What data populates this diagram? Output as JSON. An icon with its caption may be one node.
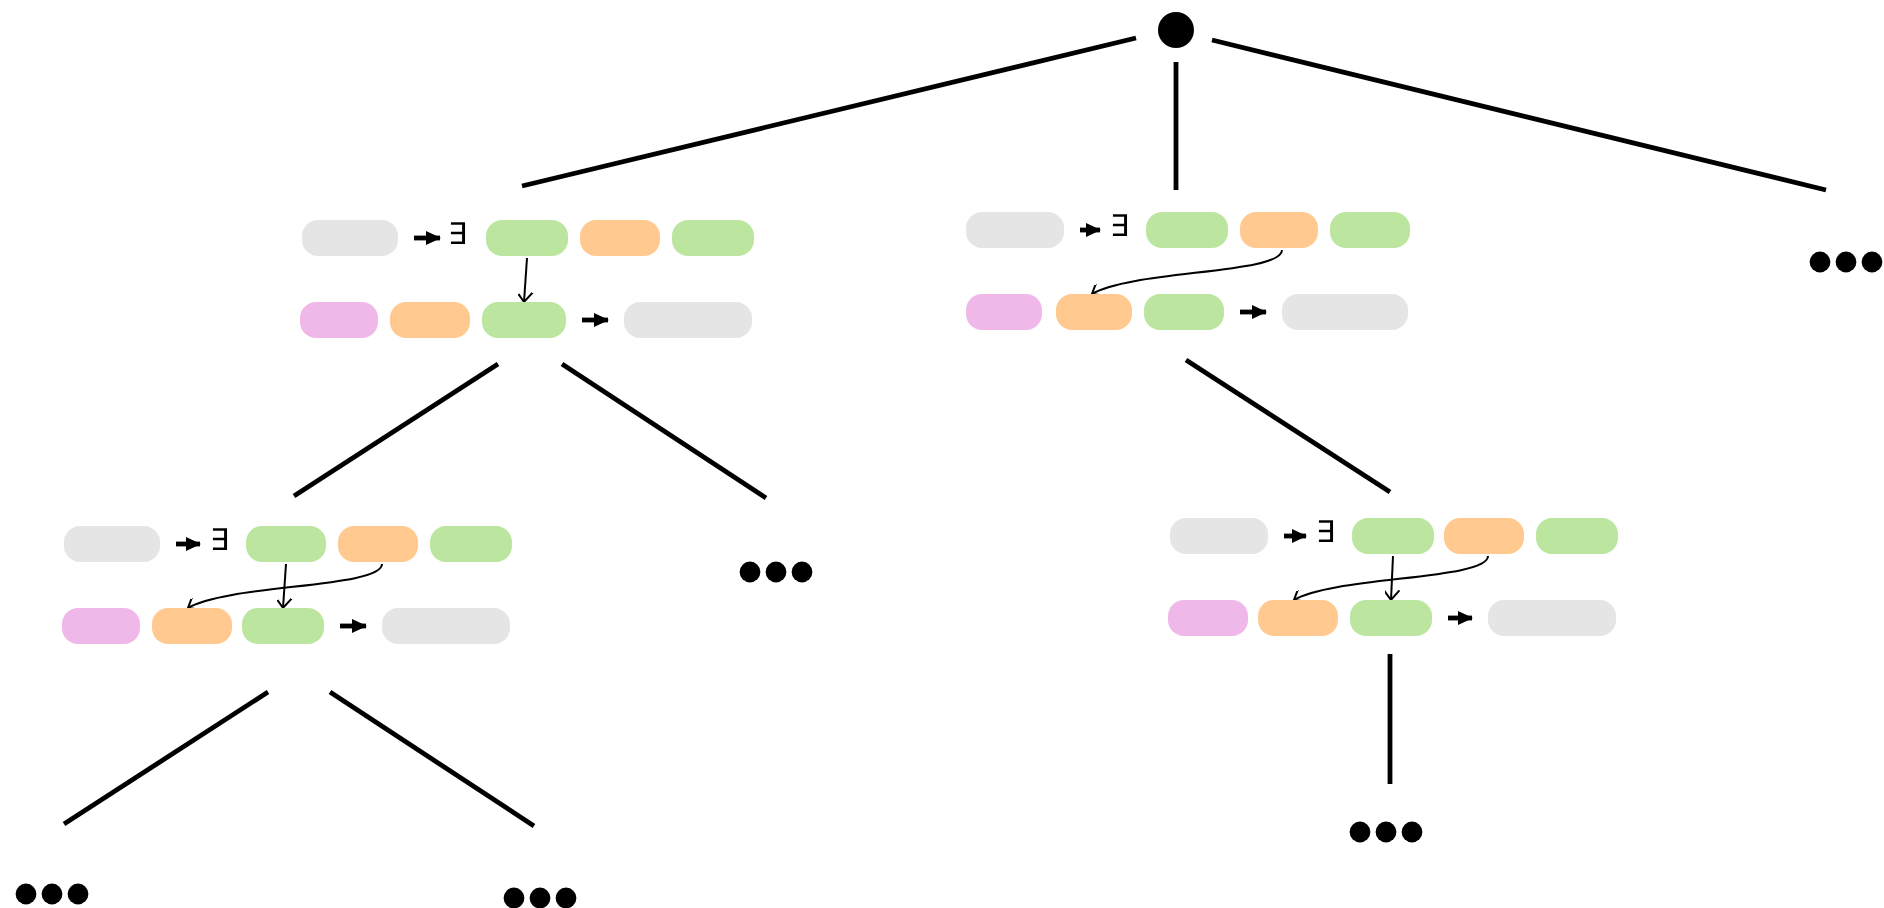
{
  "diagram": {
    "nodes": [
      {
        "text": [],
        "shape": "circle"
      },
      {
        "text": [],
        "shape": "group"
      },
      {
        "text": [],
        "shape": "pill",
        "in": 1
      },
      {
        "text": [],
        "shape": "pill",
        "in": 1
      },
      {
        "text": [],
        "shape": "pill",
        "in": 1
      },
      {
        "text": [],
        "shape": "pill",
        "in": 1
      },
      {
        "text": [],
        "shape": "pill",
        "in": 1
      },
      {
        "text": [],
        "shape": "pill",
        "in": 1
      },
      {
        "text": [],
        "shape": "pill",
        "in": 1
      },
      {
        "text": [],
        "shape": "pill",
        "in": 1
      },
      {
        "text": [],
        "shape": "group"
      },
      {
        "text": [],
        "shape": "pill",
        "in": 10
      },
      {
        "text": [],
        "shape": "pill",
        "in": 10
      },
      {
        "text": [],
        "shape": "pill",
        "in": 10
      },
      {
        "text": [],
        "shape": "pill",
        "in": 10
      },
      {
        "text": [],
        "shape": "pill",
        "in": 10
      },
      {
        "text": [],
        "shape": "pill",
        "in": 10
      },
      {
        "text": [],
        "shape": "pill",
        "in": 10
      },
      {
        "text": [],
        "shape": "pill",
        "in": 10
      },
      {
        "text": [],
        "shape": "dots"
      },
      {
        "text": [],
        "shape": "group"
      },
      {
        "text": [],
        "shape": "pill",
        "in": 20
      },
      {
        "text": [],
        "shape": "pill",
        "in": 20
      },
      {
        "text": [],
        "shape": "pill",
        "in": 20
      },
      {
        "text": [],
        "shape": "pill",
        "in": 20
      },
      {
        "text": [],
        "shape": "pill",
        "in": 20
      },
      {
        "text": [],
        "shape": "pill",
        "in": 20
      },
      {
        "text": [],
        "shape": "pill",
        "in": 20
      },
      {
        "text": [],
        "shape": "pill",
        "in": 20
      },
      {
        "text": [],
        "shape": "dots"
      },
      {
        "text": [],
        "shape": "group"
      },
      {
        "text": [],
        "shape": "pill",
        "in": 30
      },
      {
        "text": [],
        "shape": "pill",
        "in": 30
      },
      {
        "text": [],
        "shape": "pill",
        "in": 30
      },
      {
        "text": [],
        "shape": "pill",
        "in": 30
      },
      {
        "text": [],
        "shape": "pill",
        "in": 30
      },
      {
        "text": [],
        "shape": "pill",
        "in": 30
      },
      {
        "text": [],
        "shape": "pill",
        "in": 30
      },
      {
        "text": [],
        "shape": "pill",
        "in": 30
      },
      {
        "text": [],
        "shape": "dots"
      },
      {
        "text": [],
        "shape": "dots"
      },
      {
        "text": [],
        "shape": "dots"
      }
    ],
    "edges": [
      {
        "from": 0,
        "to": 1,
        "arrow": "none"
      },
      {
        "from": 0,
        "to": 10,
        "arrow": "none"
      },
      {
        "from": 0,
        "to": 19,
        "arrow": "none"
      },
      {
        "from": 1,
        "to": 20,
        "arrow": "none"
      },
      {
        "from": 1,
        "to": 29,
        "arrow": "none"
      },
      {
        "from": 10,
        "to": 30,
        "arrow": "none"
      },
      {
        "from": 20,
        "to": 39,
        "arrow": "none"
      },
      {
        "from": 20,
        "to": 40,
        "arrow": "none"
      },
      {
        "from": 30,
        "to": 41,
        "arrow": "none"
      },
      {
        "from": 2,
        "to": 3,
        "arrow": "to"
      },
      {
        "from": 3,
        "to": 8,
        "arrow": "to"
      },
      {
        "from": 8,
        "to": 9,
        "arrow": "to"
      },
      {
        "from": 11,
        "to": 12,
        "arrow": "to"
      },
      {
        "from": 13,
        "to": 16,
        "arrow": "to"
      },
      {
        "from": 17,
        "to": 18,
        "arrow": "to"
      },
      {
        "from": 21,
        "to": 22,
        "arrow": "to"
      },
      {
        "from": 23,
        "to": 26,
        "arrow": "to"
      },
      {
        "from": 22,
        "to": 27,
        "arrow": "to"
      },
      {
        "from": 27,
        "to": 28,
        "arrow": "to"
      },
      {
        "from": 31,
        "to": 32,
        "arrow": "to"
      },
      {
        "from": 33,
        "to": 36,
        "arrow": "to"
      },
      {
        "from": 32,
        "to": 37,
        "arrow": "to"
      },
      {
        "from": 37,
        "to": 38,
        "arrow": "to"
      }
    ],
    "labels": [
      "∃",
      "∃",
      "∃",
      "∃"
    ]
  }
}
